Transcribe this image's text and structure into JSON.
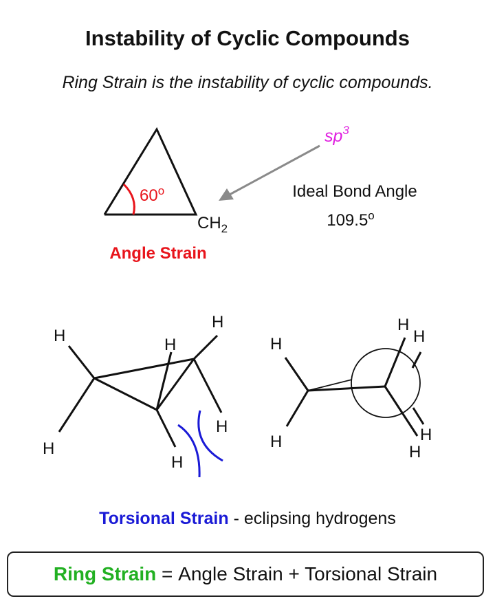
{
  "title": "Instability of Cyclic Compounds",
  "subtitle": "Ring Strain is the instability of cyclic compounds.",
  "angle": {
    "value": "60",
    "deg": "o",
    "ch": "CH",
    "ch_sub": "2",
    "label": "Angle Strain"
  },
  "hybrid": {
    "sp": "sp",
    "sup": "3"
  },
  "ideal": {
    "line1": "Ideal Bond Angle",
    "value": "109.5",
    "deg": "o"
  },
  "atom_h": "H",
  "torsional": {
    "label": "Torsional Strain",
    "rest": " - eclipsing hydrogens"
  },
  "summary": {
    "ring": "Ring Strain",
    "eq": " = ",
    "rest": "Angle Strain + Torsional Strain"
  },
  "colors": {
    "red": "#e8141b",
    "blue": "#1a1ad6",
    "green": "#22b022",
    "magenta": "#e020e0",
    "gray": "#8a8a8a"
  }
}
